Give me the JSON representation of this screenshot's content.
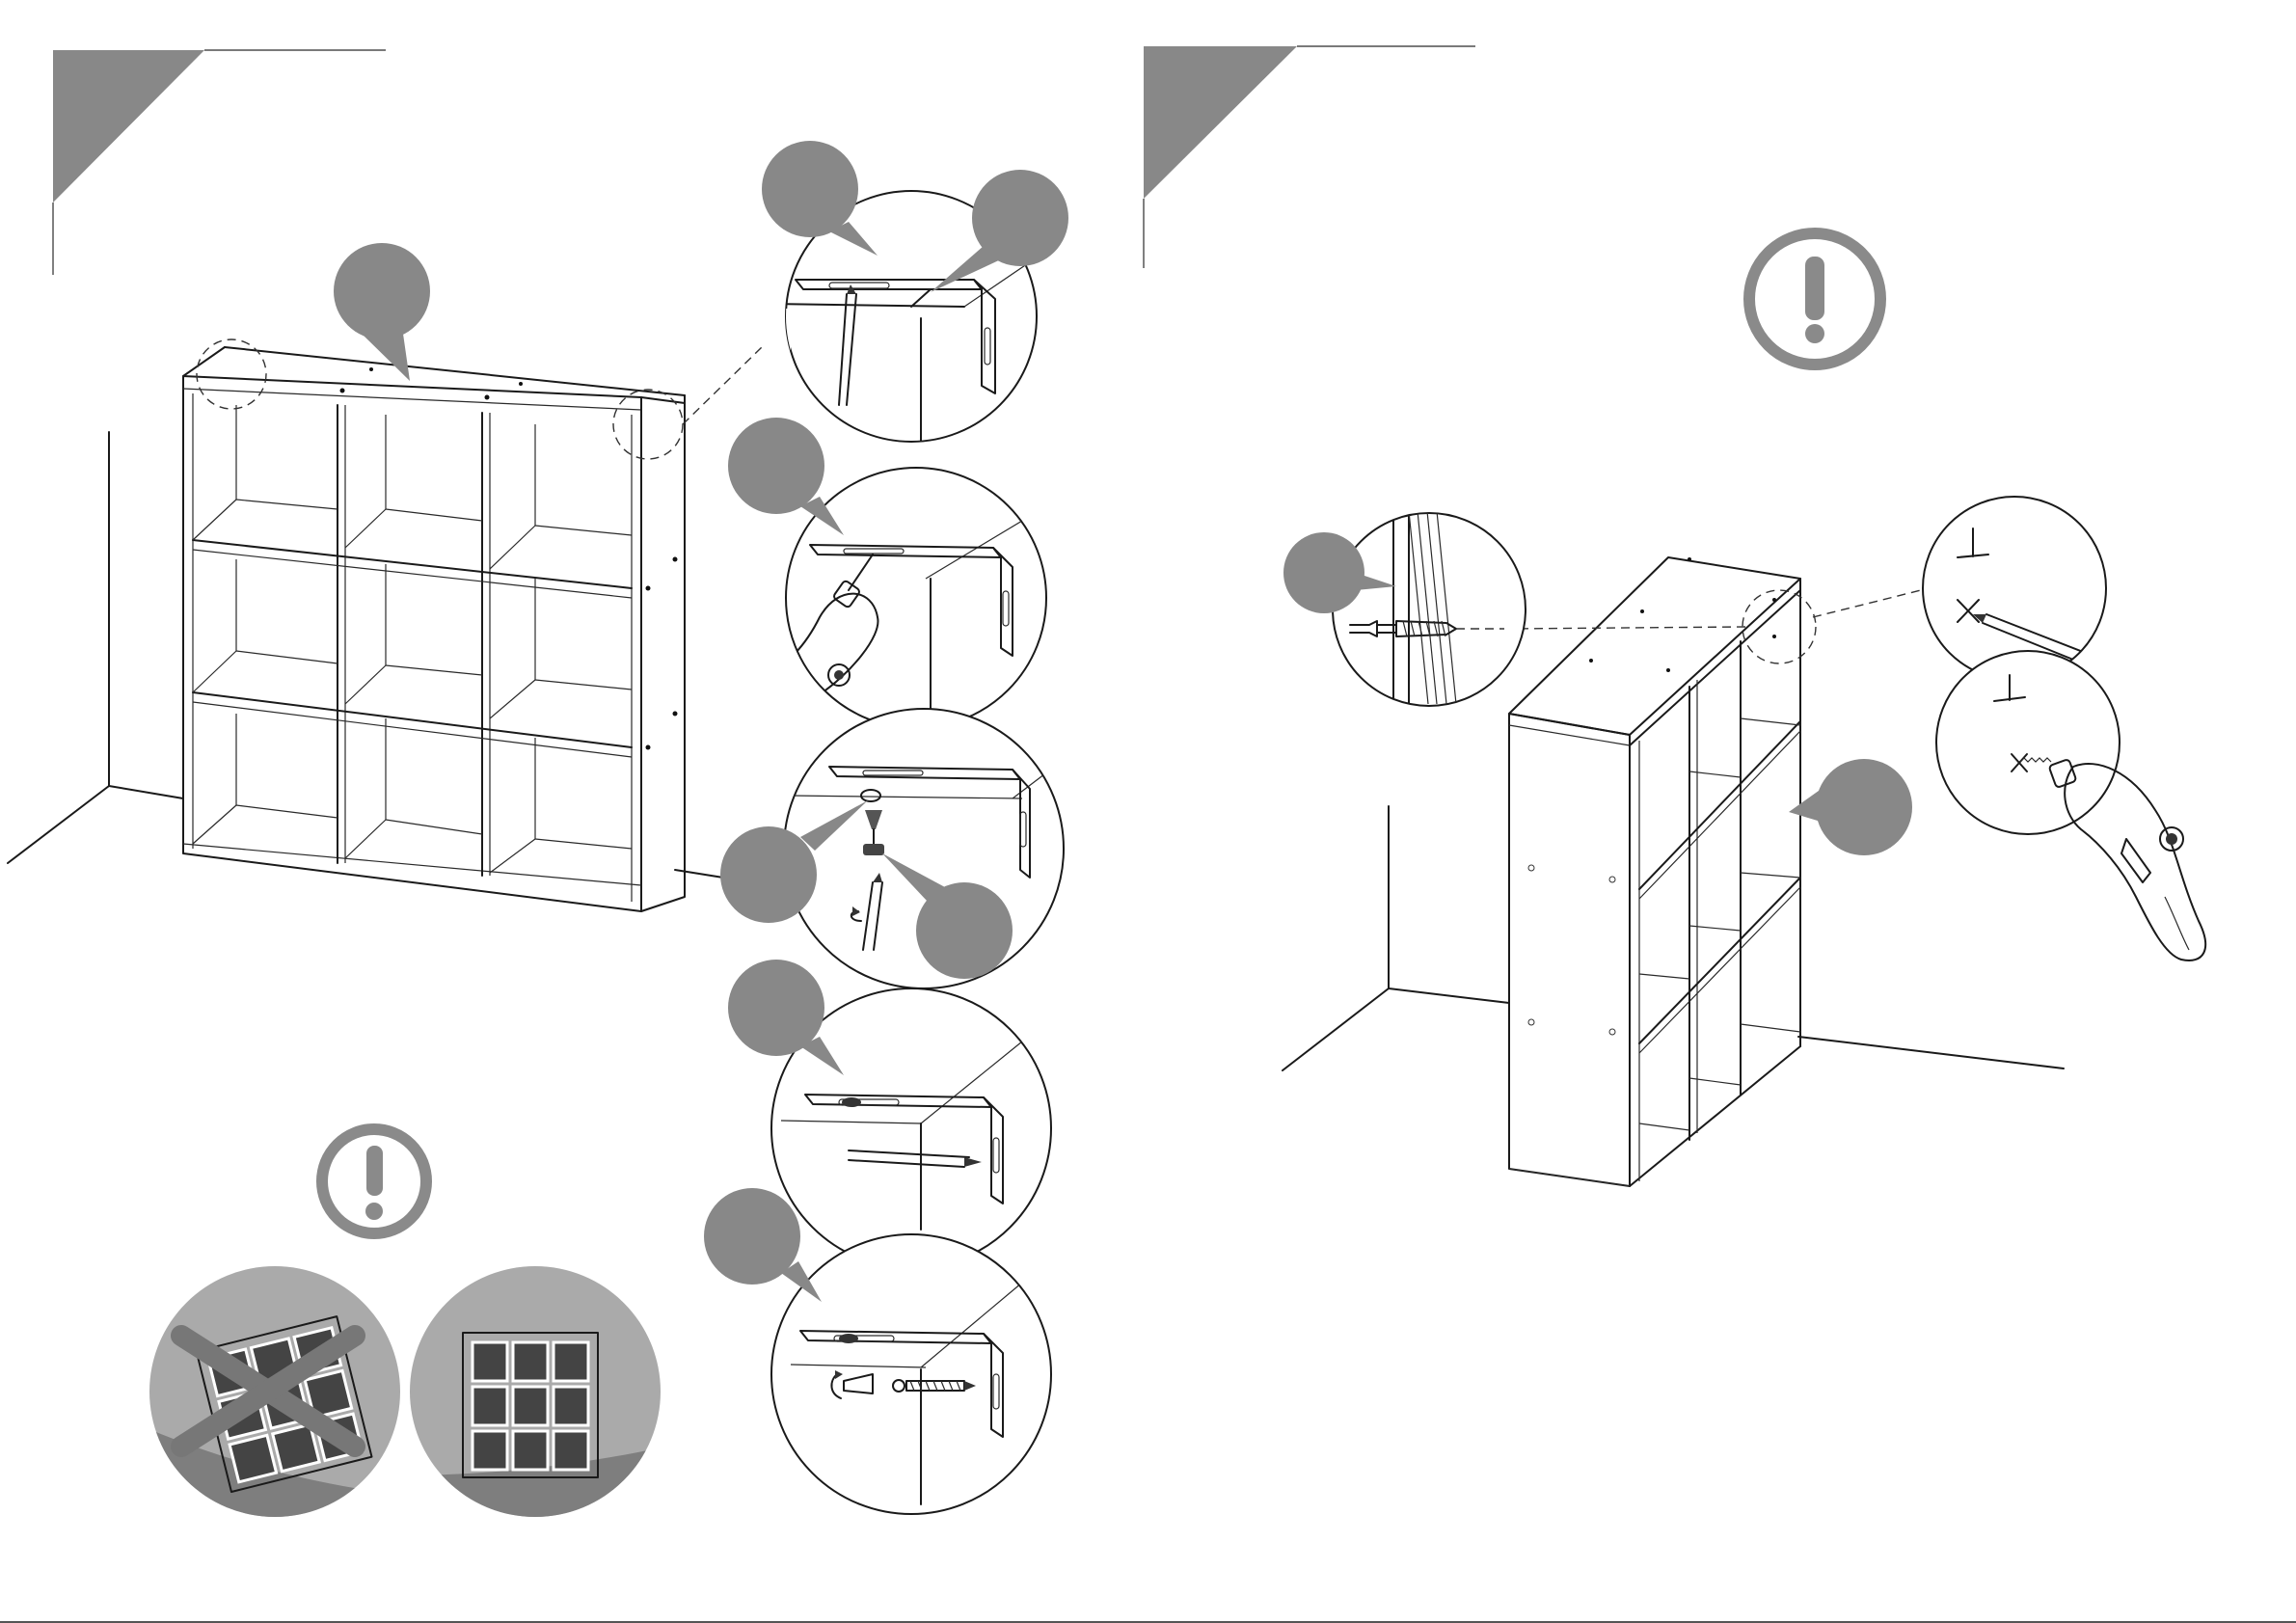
{
  "colors": {
    "callout": "#888888",
    "step_marker": "#888888",
    "warning": "#8a8a8a",
    "warning_bg": "#aaaaaa",
    "warning_floor": "#7e7e7e",
    "line": "#1a1a1a",
    "background": "#ffffff"
  },
  "left_page": {
    "step_marker_icon": "triangle-corner-icon",
    "warning_icon": "exclamation-circle-icon",
    "wrong_icon": "x-cross-icon",
    "detail_steps": [
      "bracket-mark-pencil",
      "bracket-drill-pilot",
      "bracket-screw-screwdriver",
      "wall-mark-pencil",
      "wall-plug-screw"
    ]
  },
  "right_page": {
    "step_marker_icon": "triangle-corner-icon",
    "warning_icon": "exclamation-circle-icon",
    "detail_steps": [
      "wall-plug-section",
      "mark-cross-pencil",
      "drill-cross"
    ]
  }
}
